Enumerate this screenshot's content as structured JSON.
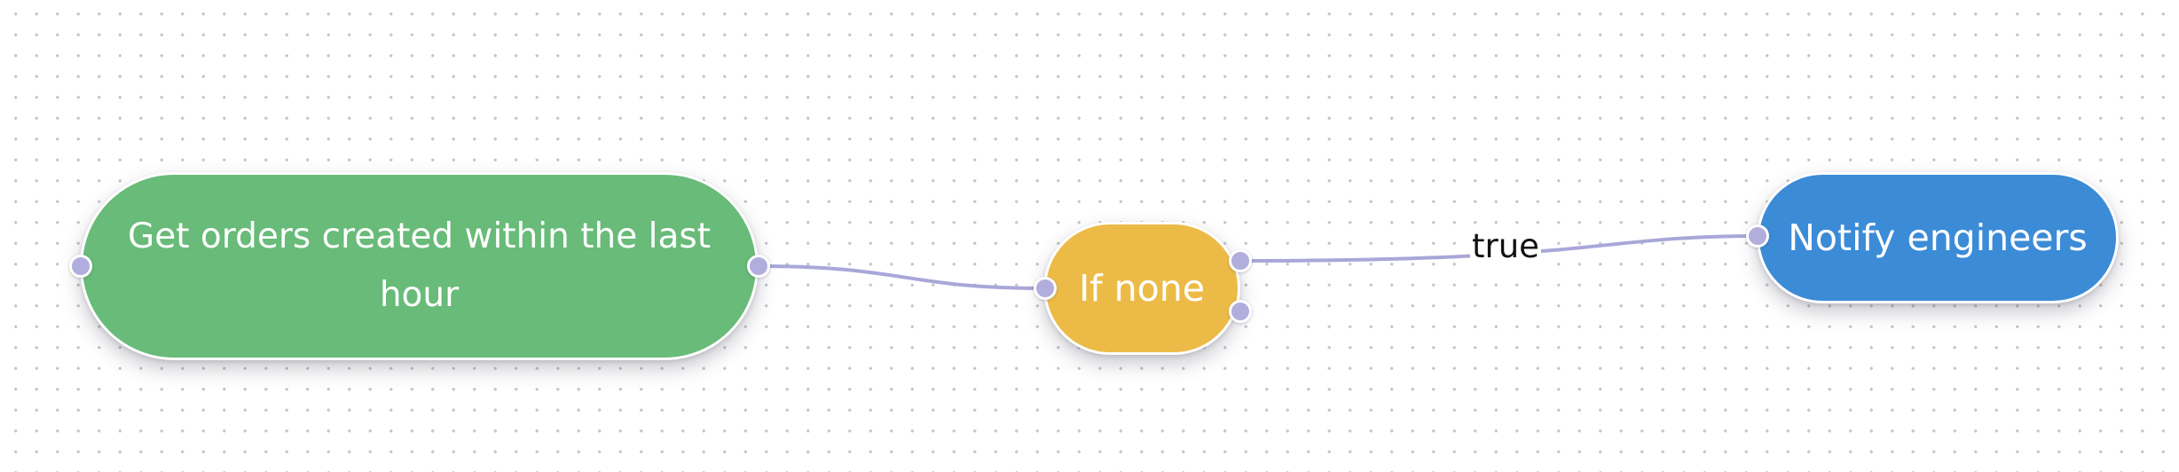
{
  "diagram": {
    "nodes": [
      {
        "id": "get-orders",
        "label": "Get orders created within the last hour",
        "color": "#68bb78"
      },
      {
        "id": "if-none",
        "label": "If none",
        "color": "#ecbb47"
      },
      {
        "id": "notify",
        "label": "Notify engineers",
        "color": "#3b8bd7"
      }
    ],
    "edges": [
      {
        "from": "get-orders",
        "to": "if-none",
        "label": ""
      },
      {
        "from": "if-none",
        "to": "notify",
        "label": "true"
      }
    ]
  },
  "colors": {
    "edge": "#a9a7d8",
    "port": "#b1aedd",
    "grid_dot": "#c4c7cc"
  }
}
